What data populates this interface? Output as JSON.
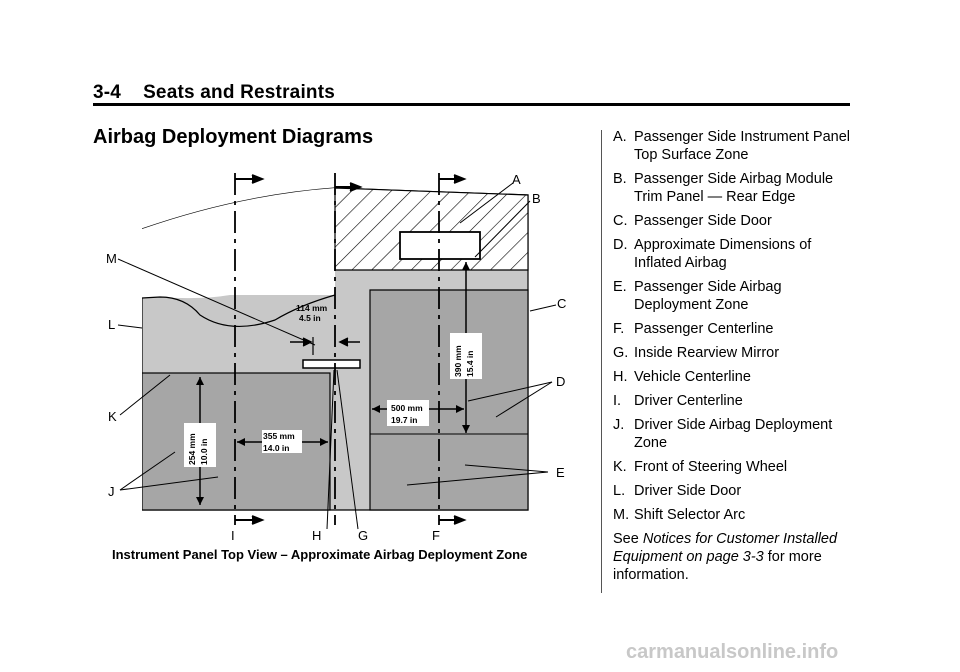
{
  "header": {
    "page_number": "3-4",
    "chapter": "Seats and Restraints"
  },
  "section": {
    "title": "Airbag Deployment Diagrams"
  },
  "diagram": {
    "caption": "Instrument Panel Top View – Approximate Airbag Deployment Zone",
    "callouts": [
      "A",
      "B",
      "C",
      "D",
      "E",
      "F",
      "G",
      "H",
      "I",
      "J",
      "K",
      "L",
      "M"
    ],
    "dimensions": {
      "d114_mm": "114 mm",
      "d114_in": "4.5 in",
      "d355_mm": "355 mm",
      "d355_in": "14.0 in",
      "d254_mm": "254 mm",
      "d254_in": "10.0 in",
      "d390_mm": "390 mm",
      "d390_in": "15.4 in",
      "d500_mm": "500 mm",
      "d500_in": "19.7 in"
    }
  },
  "legend": [
    {
      "letter": "A.",
      "text": "Passenger Side Instrument Panel Top Surface Zone"
    },
    {
      "letter": "B.",
      "text": "Passenger Side Airbag Module Trim Panel — Rear Edge"
    },
    {
      "letter": "C.",
      "text": "Passenger Side Door"
    },
    {
      "letter": "D.",
      "text": "Approximate Dimensions of Inflated Airbag"
    },
    {
      "letter": "E.",
      "text": "Passenger Side Airbag Deployment Zone"
    },
    {
      "letter": "F.",
      "text": "Passenger Centerline"
    },
    {
      "letter": "G.",
      "text": "Inside Rearview Mirror"
    },
    {
      "letter": "H.",
      "text": "Vehicle Centerline"
    },
    {
      "letter": "I.",
      "text": "Driver Centerline"
    },
    {
      "letter": "J.",
      "text": "Driver Side Airbag Deployment Zone"
    },
    {
      "letter": "K.",
      "text": "Front of Steering Wheel"
    },
    {
      "letter": "L.",
      "text": "Driver Side Door"
    },
    {
      "letter": "M.",
      "text": "Shift Selector Arc"
    }
  ],
  "see_note": {
    "prefix": "See",
    "link": "Notices for Customer Installed Equipment on page 3-3",
    "suffix": "for more information."
  },
  "watermark": "carmanualsonline.info",
  "colors": {
    "zone_gray": "#a6a6a6",
    "panel_light": "#c8c8c8",
    "ink": "#000000"
  }
}
